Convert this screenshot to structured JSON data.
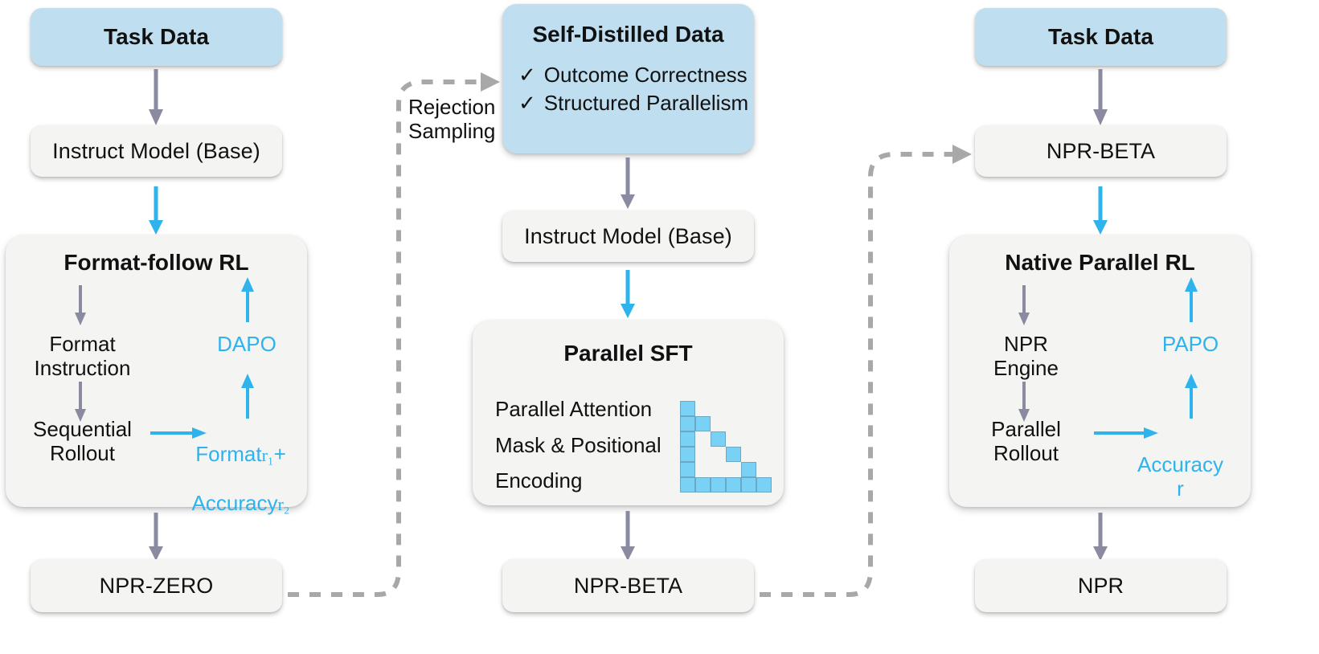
{
  "colors": {
    "blue_fill": "#bfdef0",
    "grey_fill": "#f4f4f2",
    "cyan_accent": "#2eb3ec",
    "grey_arrow": "#8a8aa0",
    "dashed_arrow": "#a8a8a8",
    "mask_cell": "#79d2f6",
    "text": "#111111"
  },
  "stage_left": {
    "task_data": "Task Data",
    "instruct_model": "Instruct Model (Base)",
    "panel_title": "Format-follow RL",
    "inner": {
      "left_top": "Format\nInstruction",
      "left_bottom": "Sequential\nRollout",
      "right_top": "DAPO",
      "right_bottom_line1": "Format",
      "right_bottom_sub1": "r₁",
      "right_bottom_plus": "+",
      "right_bottom_line2": "Accuracy",
      "right_bottom_sub2": "r₂"
    },
    "output": "NPR-ZERO"
  },
  "stage_middle": {
    "self_distilled_title": "Self-Distilled Data",
    "bullets": [
      {
        "check": "✓",
        "label": "Outcome Correctness"
      },
      {
        "check": "✓",
        "label": "Structured Parallelism"
      }
    ],
    "rejection_label": "Rejection\nSampling",
    "instruct_model": "Instruct Model (Base)",
    "panel_title": "Parallel SFT",
    "features": [
      "Parallel Attention",
      "Mask & Positional",
      "Encoding"
    ],
    "output": "NPR-BETA"
  },
  "stage_right": {
    "task_data": "Task Data",
    "npr_beta": "NPR-BETA",
    "panel_title": "Native Parallel  RL",
    "inner": {
      "left_top": "NPR\nEngine",
      "left_bottom": "Parallel\nRollout",
      "right_top": "PAPO",
      "right_bottom_line1": "Accuracy",
      "right_bottom_sub": "r"
    },
    "output": "NPR"
  },
  "mask_grid": {
    "rows": 6,
    "cols": 6,
    "cell_size": 19,
    "filled": [
      [
        1,
        0,
        0,
        0,
        0,
        0
      ],
      [
        1,
        1,
        0,
        0,
        0,
        0
      ],
      [
        1,
        0,
        1,
        0,
        0,
        0
      ],
      [
        1,
        0,
        0,
        1,
        0,
        0
      ],
      [
        1,
        0,
        0,
        0,
        1,
        0
      ],
      [
        1,
        1,
        1,
        1,
        1,
        1
      ]
    ]
  },
  "icons": {
    "down_arrow": "down-arrow-icon",
    "up_arrow": "up-arrow-icon",
    "right_arrow": "right-arrow-icon",
    "dashed_arrow": "dashed-arrow-icon",
    "check": "check-icon"
  }
}
